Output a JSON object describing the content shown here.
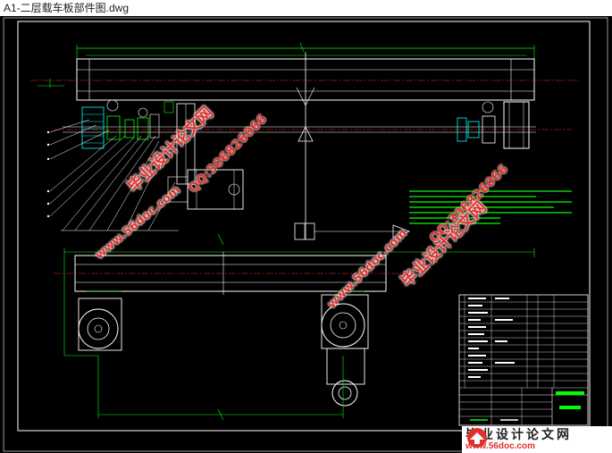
{
  "window": {
    "title": "A1-二层载车板部件图.dwg"
  },
  "watermarks": {
    "brand_cn": "毕业设计论文网",
    "site_url": "www.56doc.com",
    "qq": "QQ:306826066"
  },
  "footer": {
    "brand_cn": "毕业设计论文网",
    "site_url": "www.56doc.com"
  },
  "colors": {
    "drawing_bg": "#000000",
    "outline": "#ffffff",
    "dimension": "#00ff00",
    "centerline": "#ff2020",
    "part": "#00ffff",
    "note_text": "#00ff00",
    "watermark": "#e0302a"
  }
}
